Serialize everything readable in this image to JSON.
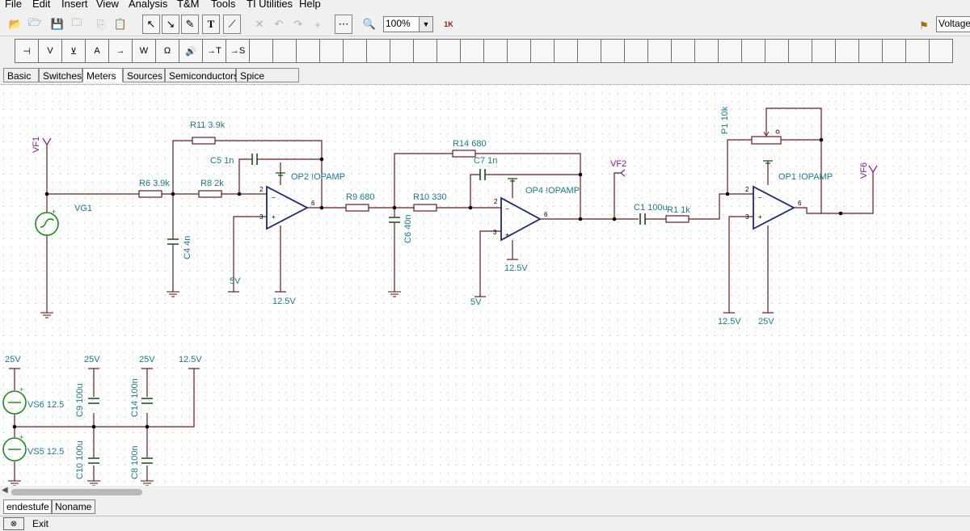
{
  "menu": [
    "File",
    "Edit",
    "Insert",
    "View",
    "Analysis",
    "T&M",
    "Tools",
    "TI Utilities",
    "Help"
  ],
  "toolbar": {
    "zoom": "100%",
    "zoom_caret": "▼",
    "voltage_select": "Voltage",
    "icons": {
      "new": "📂",
      "open": "🗁",
      "save": "💾",
      "save_as": "🗀",
      "copy": "⎘",
      "paste": "📋",
      "pointer": "↖",
      "wire": "↘",
      "pen": "✎",
      "text": "T",
      "graphic": "⟋",
      "delete": "✕",
      "undo": "↶",
      "redo": "↷",
      "pin": "+",
      "grid": "⋯",
      "zoom_tool": "🔍",
      "circuit_probe": "1K"
    }
  },
  "parts_palette": {
    "scroll_arrow": "‹",
    "items": [
      "⊣",
      "V",
      "⊻",
      "A",
      "→",
      "W",
      "Ω",
      "🔊",
      "→T",
      "→S"
    ]
  },
  "component_tabs": [
    "Basic",
    "Switches",
    "Meters",
    "Sources",
    "Semiconductors",
    "Spice Macros"
  ],
  "active_component_tab": "Meters",
  "schematic": {
    "components": {
      "R11": "R11 3.9k",
      "C5": "C5 1n",
      "R6": "R6 3.9k",
      "R8": "R8 2k",
      "OP2": "OP2 !OPAMP",
      "C4": "C4 4n",
      "R9": "R9 680",
      "R14": "R14 680",
      "C7": "C7 1n",
      "R10": "R10 330",
      "OP4": "OP4 !OPAMP",
      "C6": "C6 40n",
      "VF2": "VF2",
      "C1": "C1 100u",
      "R1": "R1 1k",
      "P1": "P1 10k",
      "OP1": "OP1 !OPAMP",
      "VF6": "VF6",
      "VF1": "VF1",
      "VG1": "VG1",
      "VS6": "VS6 12.5",
      "VS5": "VS5 12.5",
      "C9": "C9 100u",
      "C10": "C10 100u",
      "C14": "C14 100n",
      "C8": "C8 100n"
    },
    "rails": {
      "op2_in_plus": "5V",
      "op2_supply": "12.5V",
      "op4_in_plus": "5V",
      "op4_supply": "12.5V",
      "op1_in_plus": "12.5V",
      "op1_supply": "25V",
      "ps_vs6": "25V",
      "ps_c9": "25V",
      "ps_c14": "25V",
      "ps_right": "12.5V"
    },
    "pins": {
      "inv": "2",
      "noninv": "3",
      "out": "6",
      "minus": "−",
      "plus": "+"
    }
  },
  "sheets": [
    "endestufe",
    "Noname"
  ],
  "active_sheet": "endestufe",
  "status": {
    "exit": "Exit"
  }
}
